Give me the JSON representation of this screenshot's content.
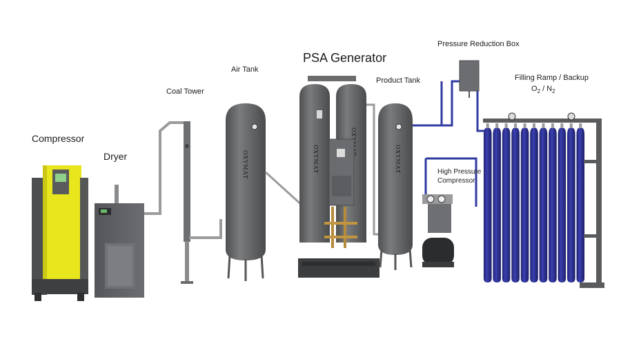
{
  "labels": {
    "compressor": "Compressor",
    "dryer": "Dryer",
    "coal_tower": "Coal Tower",
    "air_tank": "Air Tank",
    "psa_generator": "PSA Generator",
    "product_tank": "Product Tank",
    "pressure_reduction_box": "Pressure Reduction Box",
    "high_pressure_compressor_line1": "High Pressure",
    "high_pressure_compressor_line2": "Compressor",
    "filling_ramp_line1": "Filling Ramp / Backup",
    "filling_ramp_line2_pre": "O",
    "filling_ramp_line2_sub1": "2",
    "filling_ramp_line2_mid": " / N",
    "filling_ramp_line2_sub2": "2"
  },
  "brand_text": "OXYMAT",
  "colors": {
    "compressor_yellow": "#e8e61c",
    "machine_gray": "#5f6062",
    "tank_gray": "#6b6c6e",
    "cylinder_blue": "#2b2f8f",
    "pipe_blue": "#2f3aa0"
  },
  "cylinder_count": 11
}
